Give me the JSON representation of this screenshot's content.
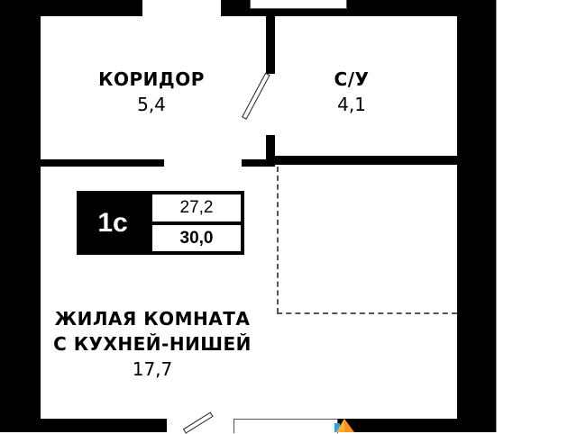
{
  "plan": {
    "apartment_type": "1с",
    "living_area": "27,2",
    "total_area": "30,0"
  },
  "rooms": [
    {
      "name": "КОРИДОР",
      "area": "5,4"
    },
    {
      "name": "С/У",
      "area": "4,1"
    },
    {
      "name_line1": "ЖИЛАЯ КОМНАТА",
      "name_line2": "С КУХНЕЙ-НИШЕЙ",
      "area": "17,7"
    }
  ],
  "colors": {
    "wall": "#000000",
    "background": "#ffffff",
    "dashed_line": "#555555",
    "compass_orange": "#f7931e",
    "compass_blue": "#29a3e6"
  },
  "icons": {
    "compass": "compass-icon"
  }
}
